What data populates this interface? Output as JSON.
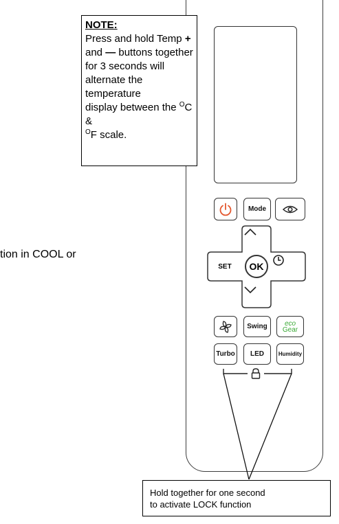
{
  "note": {
    "title": "NOTE:",
    "line1a": "Press and hold Temp ",
    "line1b": "+",
    "line2a": "and ",
    "line2b": "—",
    "line2c": " buttons together",
    "line3": "for 3 seconds will",
    "line4": "alternate the temperature",
    "line5a": "display between the ",
    "line5sup": "O",
    "line5b": "C &",
    "line6sup": "O",
    "line6b": "F scale."
  },
  "partial_text": "tion in COOL or",
  "remote": {
    "mode_label": "Mode",
    "set_label": "SET",
    "ok_label": "OK",
    "swing_label": "Swing",
    "eco_line1": "eco",
    "eco_line2": "Gear",
    "turbo_label": "Turbo",
    "led_label": "LED",
    "humidity_label": "Humidity"
  },
  "lock_callout": {
    "line1": "Hold together for one second",
    "line2": "to activate LOCK function"
  },
  "colors": {
    "power": "#e4572e",
    "eco": "#3aa935"
  }
}
